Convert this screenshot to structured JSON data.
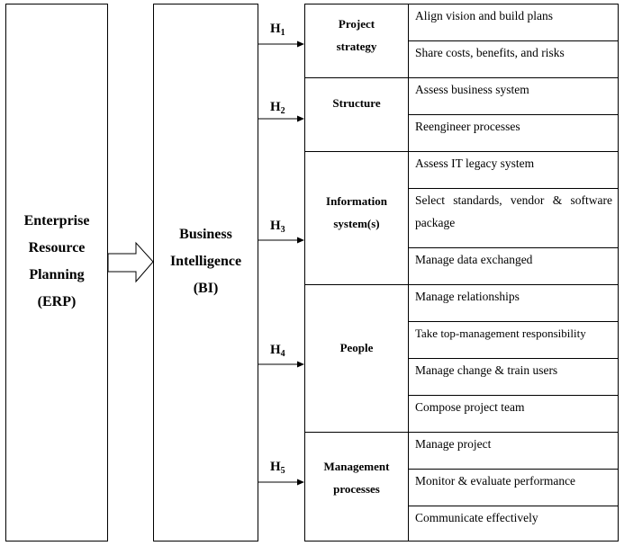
{
  "erp": {
    "lines": [
      "Enterprise",
      "Resource",
      "Planning",
      "(ERP)"
    ]
  },
  "bi": {
    "lines": [
      "Business",
      "Intelligence",
      "(BI)"
    ]
  },
  "hypotheses": [
    {
      "letter": "H",
      "sub": "1"
    },
    {
      "letter": "H",
      "sub": "2"
    },
    {
      "letter": "H",
      "sub": "3"
    },
    {
      "letter": "H",
      "sub": "4"
    },
    {
      "letter": "H",
      "sub": "5"
    }
  ],
  "factors": [
    {
      "lines": [
        "Project",
        "strategy"
      ],
      "items": [
        "Align vision and build plans",
        "Share costs, benefits, and risks"
      ]
    },
    {
      "lines": [
        "Structure"
      ],
      "items": [
        "Assess business system",
        "Reengineer processes"
      ]
    },
    {
      "lines": [
        "Information",
        "system(s)"
      ],
      "items": [
        "Assess IT legacy system",
        "Select standards, vendor & software package",
        "Manage data exchanged"
      ]
    },
    {
      "lines": [
        "People"
      ],
      "items": [
        "Manage relationships",
        "Take top-management responsibility",
        "Manage change & train users",
        "Compose project team"
      ]
    },
    {
      "lines": [
        "Management",
        "processes"
      ],
      "items": [
        "Manage project",
        "Monitor & evaluate performance",
        "Communicate effectively"
      ]
    }
  ]
}
